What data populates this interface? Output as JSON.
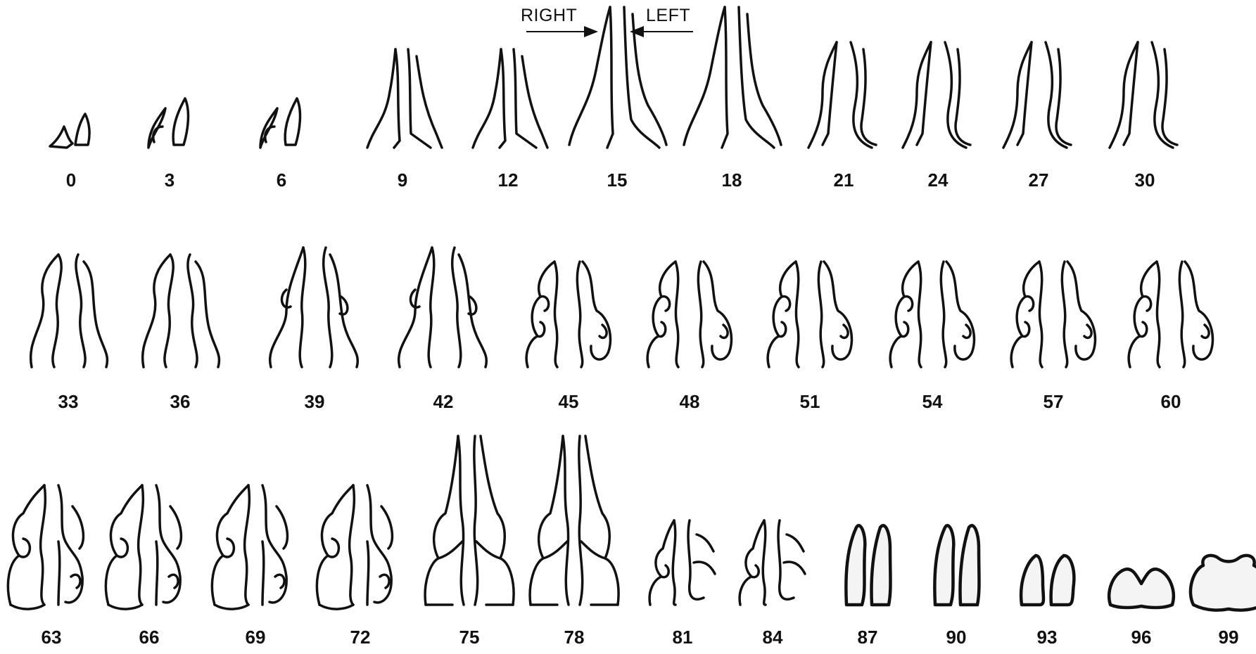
{
  "annotations": {
    "right": "RIGHT",
    "left": "LEFT"
  },
  "sections": [
    {
      "label": "0"
    },
    {
      "label": "3"
    },
    {
      "label": "6"
    },
    {
      "label": "9"
    },
    {
      "label": "12"
    },
    {
      "label": "15"
    },
    {
      "label": "18"
    },
    {
      "label": "21"
    },
    {
      "label": "24"
    },
    {
      "label": "27"
    },
    {
      "label": "30"
    },
    {
      "label": "33"
    },
    {
      "label": "36"
    },
    {
      "label": "39"
    },
    {
      "label": "42"
    },
    {
      "label": "45"
    },
    {
      "label": "48"
    },
    {
      "label": "51"
    },
    {
      "label": "54"
    },
    {
      "label": "57"
    },
    {
      "label": "60"
    },
    {
      "label": "63"
    },
    {
      "label": "66"
    },
    {
      "label": "69"
    },
    {
      "label": "72"
    },
    {
      "label": "75"
    },
    {
      "label": "78"
    },
    {
      "label": "81"
    },
    {
      "label": "84"
    },
    {
      "label": "87"
    },
    {
      "label": "90"
    },
    {
      "label": "93"
    },
    {
      "label": "96"
    },
    {
      "label": "99"
    }
  ]
}
